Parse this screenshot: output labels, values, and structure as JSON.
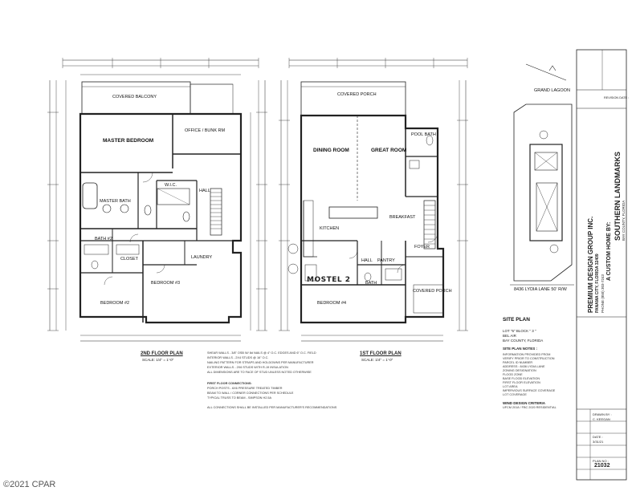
{
  "upper_plan": {
    "title": "2ND FLOOR PLAN",
    "scale": "SCALE: 1/4\" = 1'-0\"",
    "rooms": {
      "balcony": "COVERED BALCONY",
      "master": "MASTER BEDROOM",
      "office": "OFFICE / BUNK RM",
      "master_bath": "MASTER BATH",
      "wic": "W.I.C.",
      "hall": "HALL",
      "bath2": "BATH #2",
      "laundry": "LAUNDRY",
      "closet": "CLOSET",
      "bed3": "BEDROOM #3",
      "bed2": "BEDROOM #2"
    }
  },
  "lower_plan": {
    "title": "1ST FLOOR PLAN",
    "scale": "SCALE: 1/4\" = 1'-0\"",
    "rooms": {
      "porch": "COVERED PORCH",
      "pool_bath": "POOL BATH",
      "dining": "DINING ROOM",
      "great": "GREAT ROOM",
      "kitchen": "KITCHEN",
      "breakfast": "BREAKFAST",
      "foyer": "FOYER",
      "pantry": "PANTRY",
      "hall": "HALL",
      "bath": "BATH",
      "bed4": "BEDROOM #4",
      "entry_porch": "COVERED PORCH"
    },
    "handwritten": "MOSTEL 2"
  },
  "site": {
    "title": "SITE PLAN",
    "lagoon": "GRAND LAGOON",
    "street": "8436 LYDIA LANE 50' R/W",
    "lot_info": [
      "LOT \"6\" BLOCK \" 3 \"",
      "BEL AIR",
      "BAY COUNTY, FLORIDA"
    ],
    "design_criteria_title": "WIND DESIGN CRITERIA",
    "code": "UFCM 2018 / FBC 2020 RESIDENTIAL",
    "notes_title": "SITE PLAN NOTES :",
    "notes": [
      "INFORMATION PROVIDED FROM",
      "VERIFY PRIOR TO CONSTRUCTION",
      "PARCEL ID NUMBER",
      "ADDRESS : 8436 LYDIA LANE",
      "ZONING DESIGNATION",
      "FLOOD ZONE",
      "BASE FLOOD ELEVATION",
      "FIRST FLOOR ELEVATION",
      "LOT AREA",
      "IMPERVIOUS SURFACE COVERAGE",
      "LOT COVERAGE"
    ]
  },
  "title_block": {
    "company": "PREMIUM DESIGN GROUP INC.",
    "city": "PANAMA CITY, FLORIDA 32409",
    "phone": "PHONE (850) 303-7243",
    "custom_home": "A CUSTOM HOME BY:",
    "builder": "SOUTHERN LANDMARKS",
    "location": "BAY COUNTY, FLORIDA",
    "drawn_by_label": "DRAWN BY :",
    "drawn_by": "C. KEEGAN",
    "date_label": "DATE :",
    "date": "3/31/21",
    "plan_no_label": "PLAN NO :",
    "plan_no": "21032",
    "rev_label": "REVISION DATE :"
  },
  "general_notes": [
    "SHEAR WALLS - 3/8\" OSB W/ 8d NAILS @ 4\" O.C. EDGES AND 6\" O.C. FIELD",
    "INTERIOR WALLS - 2X4 STUDS @ 16\" O.C.",
    "NAILING PATTERN FOR STRAPS AND HOLDOWNS PER MANUFACTURER",
    "EXTERIOR WALLS - 2X6 STUDS WITH R-19 INSULATION",
    "ALL DIMENSIONS ARE TO FACE OF STUD UNLESS NOTED OTHERWISE",
    "FIRST FLOOR CONNECTIONS:",
    "PORCH POSTS - 6X6 PRESSURE TREATED TIMBER",
    "BEAM TO WALL / CORNER CONNECTIONS PER SCHEDULE",
    "TYPICAL TRUSS TO BEAM - SIMPSON H2.5A",
    "ALL CONNECTIONS SHALL BE INSTALLED PER MANUFACTURER'S RECOMMENDATIONS"
  ],
  "copyright": "©2021 CPAR"
}
